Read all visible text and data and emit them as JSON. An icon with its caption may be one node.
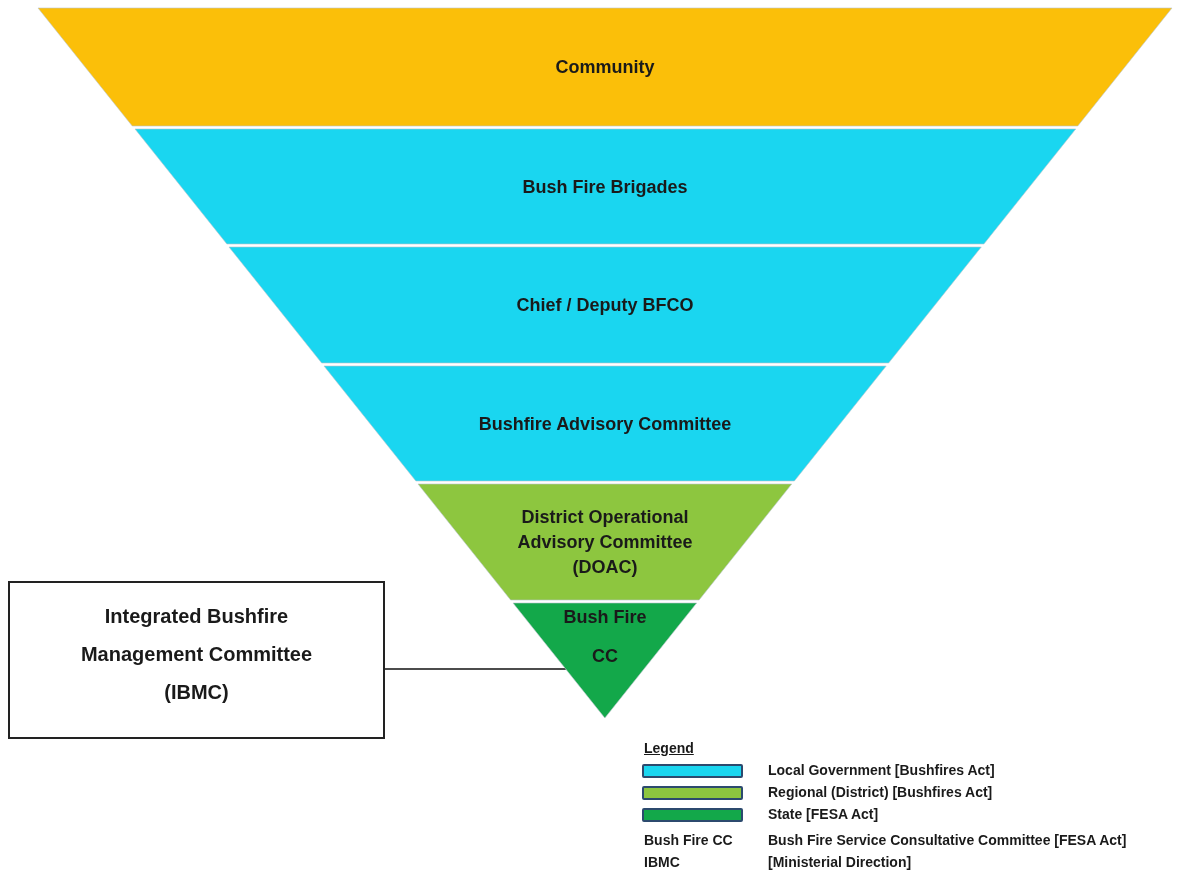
{
  "diagram": {
    "nodes": [
      {
        "text": [
          "Community"
        ]
      },
      {
        "text": [
          "Bush Fire Brigades"
        ]
      },
      {
        "text": [
          "Chief / Deputy BFCO"
        ]
      },
      {
        "text": [
          "Bushfire Advisory Committee"
        ]
      },
      {
        "text": [
          "District Operational Advisory Committee (DOAC)"
        ]
      },
      {
        "text": [
          "Bush Fire CC"
        ]
      },
      {
        "text": [
          "Integrated Bushfire Management Committee (IBMC)"
        ]
      }
    ],
    "edges": [
      {
        "from": 6,
        "to": 5,
        "arrow": "none"
      }
    ],
    "labels": [
      "Legend",
      "Bush Fire CC",
      "Bush Fire Service Consultative Committee [FESA Act]",
      "IBMC",
      "[Ministerial Direction]"
    ],
    "legend": [
      {
        "text": "Local Government [Bushfires Act]",
        "color": "#1ad6f0"
      },
      {
        "text": "Regional (District) [Bushfires Act]",
        "color": "#8dc63f"
      },
      {
        "text": "State [FESA Act]",
        "color": "#13a84a"
      }
    ]
  }
}
